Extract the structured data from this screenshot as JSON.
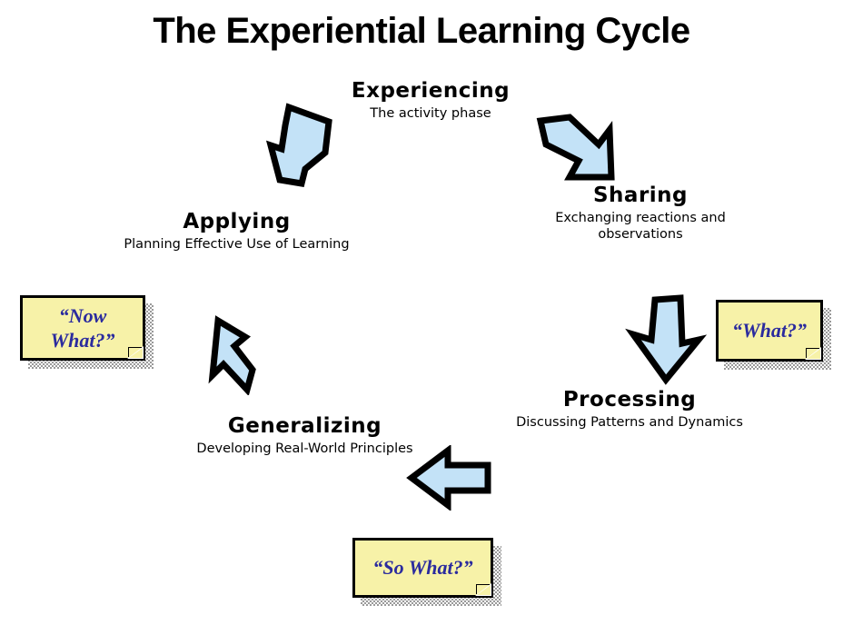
{
  "title": "The Experiential Learning Cycle",
  "stages": [
    {
      "id": "experiencing",
      "name": "Experiencing",
      "desc": "The activity phase"
    },
    {
      "id": "sharing",
      "name": "Sharing",
      "desc": "Exchanging reactions and\nobservations"
    },
    {
      "id": "processing",
      "name": "Processing",
      "desc": "Discussing Patterns\nand Dynamics"
    },
    {
      "id": "generalizing",
      "name": "Generalizing",
      "desc": "Developing Real-World\nPrinciples"
    },
    {
      "id": "applying",
      "name": "Applying",
      "desc": "Planning Effective\nUse of Learning"
    }
  ],
  "notes": [
    {
      "id": "now-what",
      "text": "“Now\n    What?”"
    },
    {
      "id": "what",
      "text": "“What?”"
    },
    {
      "id": "so-what",
      "text": "“So  What?”"
    }
  ],
  "arrows": [
    {
      "id": "applying-to-experiencing",
      "direction": "up-right"
    },
    {
      "id": "experiencing-to-sharing",
      "direction": "down-right"
    },
    {
      "id": "sharing-to-processing",
      "direction": "down"
    },
    {
      "id": "processing-to-generalizing",
      "direction": "left"
    },
    {
      "id": "generalizing-to-applying",
      "direction": "up-left"
    }
  ],
  "colors": {
    "arrow_fill": "#c3e2f7",
    "arrow_stroke": "#000000",
    "note_fill": "#f7f2a8",
    "note_text": "#2b2b9e",
    "background": "#ffffff",
    "text": "#000000"
  }
}
